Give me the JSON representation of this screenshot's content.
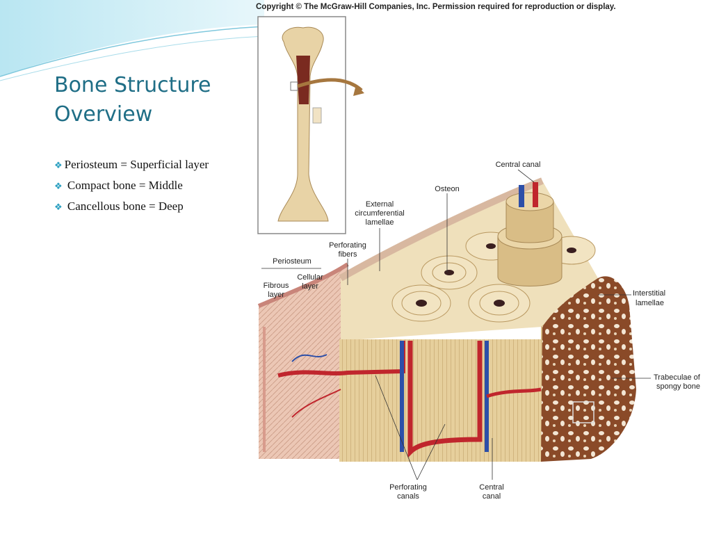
{
  "slide": {
    "title_line1": "Bone Structure",
    "title_line2": "Overview",
    "bullets": [
      {
        "marker_icon": "diamond-bullet-icon",
        "text": "Periosteum = Superficial  layer"
      },
      {
        "marker_icon": "diamond-bullet-icon",
        "text": "Compact bone = Middle"
      },
      {
        "marker_icon": "diamond-bullet-icon",
        "text": "Cancellous bone = Deep"
      }
    ]
  },
  "figure": {
    "copyright": "Copyright © The McGraw-Hill Companies, Inc. Permission required for reproduction or display.",
    "labels": {
      "central_canal_top": "Central canal",
      "osteon": "Osteon",
      "external_1": "External",
      "external_2": "circumferential",
      "external_3": "lamellae",
      "perforating_fibers_1": "Perforating",
      "perforating_fibers_2": "fibers",
      "periosteum": "Periosteum",
      "fibrous_1": "Fibrous",
      "fibrous_2": "layer",
      "cellular_1": "Cellular",
      "cellular_2": "layer",
      "interstitial_1": "Interstitial",
      "interstitial_2": "lamellae",
      "trabeculae_1": "Trabeculae of",
      "trabeculae_2": "spongy bone",
      "perforating_canals_1": "Perforating",
      "perforating_canals_2": "canals",
      "central_canal_bottom_1": "Central",
      "central_canal_bottom_2": "canal"
    }
  },
  "colors": {
    "title": "#1f6e86",
    "bullet_marker": "#2a9fc0",
    "header_swoosh": "#8fd3e6",
    "bone": "#e8d3a6",
    "artery": "#c0262d",
    "vein": "#2d4fa8",
    "periosteum": "#e7b9a8",
    "spongy_bone": "#7a3f22"
  }
}
